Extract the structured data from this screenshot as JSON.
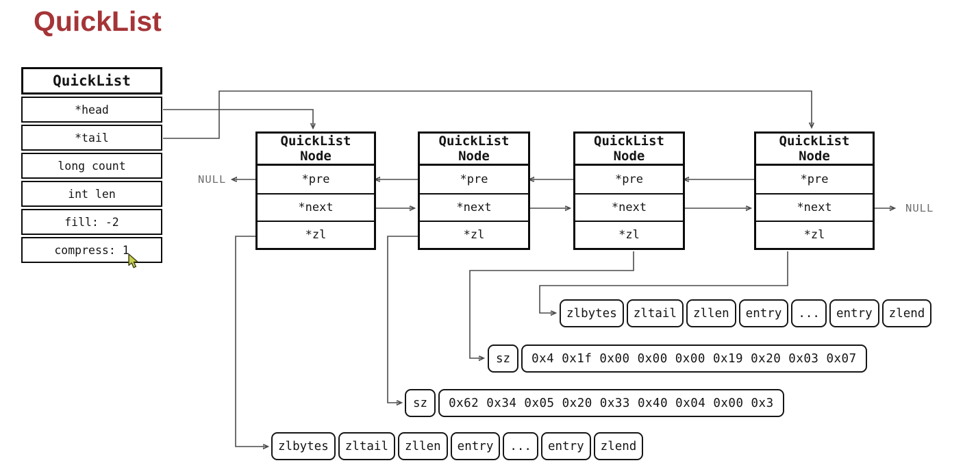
{
  "title": "QuickList",
  "colors": {
    "title": "#a53437",
    "wire": "#4a4a4a",
    "box_border": "#0b0b0b",
    "null_text": "#6e6e6e",
    "background": "#ffffff",
    "cursor_fill": "#c5cf4d"
  },
  "quicklist_table": {
    "header": "QuickList",
    "rows": [
      "*head",
      "*tail",
      "long count",
      "int len",
      "fill: -2",
      "compress: 1"
    ]
  },
  "nodes": [
    {
      "header": "QuickList",
      "subheader": "Node",
      "fields": [
        "*pre",
        "*next",
        "*zl"
      ]
    },
    {
      "header": "QuickList",
      "subheader": "Node",
      "fields": [
        "*pre",
        "*next",
        "*zl"
      ]
    },
    {
      "header": "QuickList",
      "subheader": "Node",
      "fields": [
        "*pre",
        "*next",
        "*zl"
      ]
    },
    {
      "header": "QuickList",
      "subheader": "Node",
      "fields": [
        "*pre",
        "*next",
        "*zl"
      ]
    }
  ],
  "labels": {
    "null_left": "NULL",
    "null_right": "NULL"
  },
  "ziplists": {
    "top_row": [
      "zlbytes",
      "zltail",
      "zllen",
      "entry",
      "...",
      "entry",
      "zlend"
    ],
    "bottom_row": [
      "zlbytes",
      "zltail",
      "zllen",
      "entry",
      "...",
      "entry",
      "zlend"
    ],
    "sz_rows": [
      {
        "label": "sz",
        "values": "0x4 0x1f 0x00 0x00 0x00 0x19 0x20 0x03 0x07"
      },
      {
        "label": "sz",
        "values": "0x62 0x34 0x05 0x20 0x33 0x40 0x04 0x00 0x3"
      }
    ]
  }
}
